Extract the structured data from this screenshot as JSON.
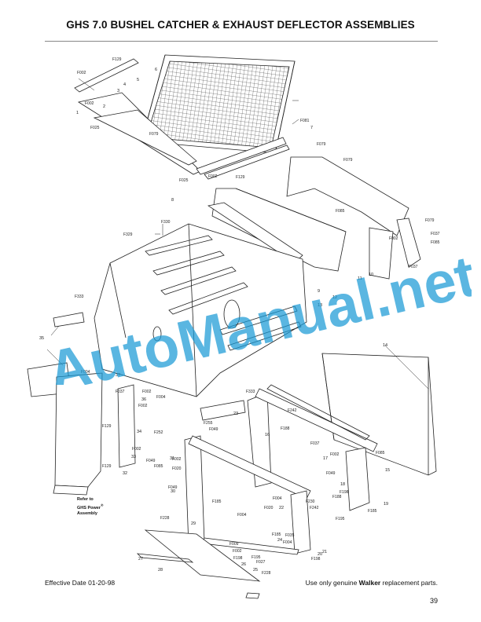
{
  "header": {
    "title": "GHS 7.0 BUSHEL CATCHER & EXHAUST DEFLECTOR ASSEMBLIES"
  },
  "diagram": {
    "callouts": [
      "F129",
      "F002",
      "F002",
      "F025",
      "F079",
      "F025",
      "F002",
      "F129",
      "F081",
      "F079",
      "F079",
      "F085",
      "F002",
      "F037",
      "F085",
      "F037",
      "F079",
      "F330",
      "F329",
      "F333",
      "F004",
      "F037",
      "F002",
      "F004",
      "F002",
      "F129",
      "F129",
      "F333",
      "F255",
      "F049",
      "F242",
      "F188",
      "F037",
      "F002",
      "F085",
      "F049",
      "F198",
      "F188",
      "F252",
      "F002",
      "F049",
      "F085",
      "F002",
      "F020",
      "F049",
      "F185",
      "F004",
      "F020",
      "F230",
      "F242",
      "F185",
      "F228",
      "F004",
      "F009",
      "F002",
      "F198",
      "F027",
      "F035",
      "F185",
      "F004",
      "F195",
      "F228",
      "F198",
      "F195"
    ],
    "part_numbers": [
      "1",
      "2",
      "3",
      "4",
      "5",
      "6",
      "7",
      "8",
      "9",
      "10",
      "11",
      "12",
      "13",
      "14",
      "15",
      "16",
      "17",
      "18",
      "19",
      "20",
      "21",
      "22",
      "23",
      "24",
      "25",
      "26",
      "27",
      "28",
      "29",
      "30",
      "31",
      "32",
      "33",
      "34",
      "35",
      "36",
      "37"
    ],
    "reference_note": {
      "line1": "Refer to",
      "line2": "GHS Power",
      "line2_sup": "®",
      "line3": "Assembly"
    }
  },
  "watermark": {
    "text": "AutoManual.net",
    "color": "#1a9ad6"
  },
  "footer": {
    "effective_date": "Effective Date 01-20-98",
    "note_prefix": "Use only genuine ",
    "note_brand": "Walker",
    "note_suffix": " replacement parts.",
    "page_number": "39"
  }
}
